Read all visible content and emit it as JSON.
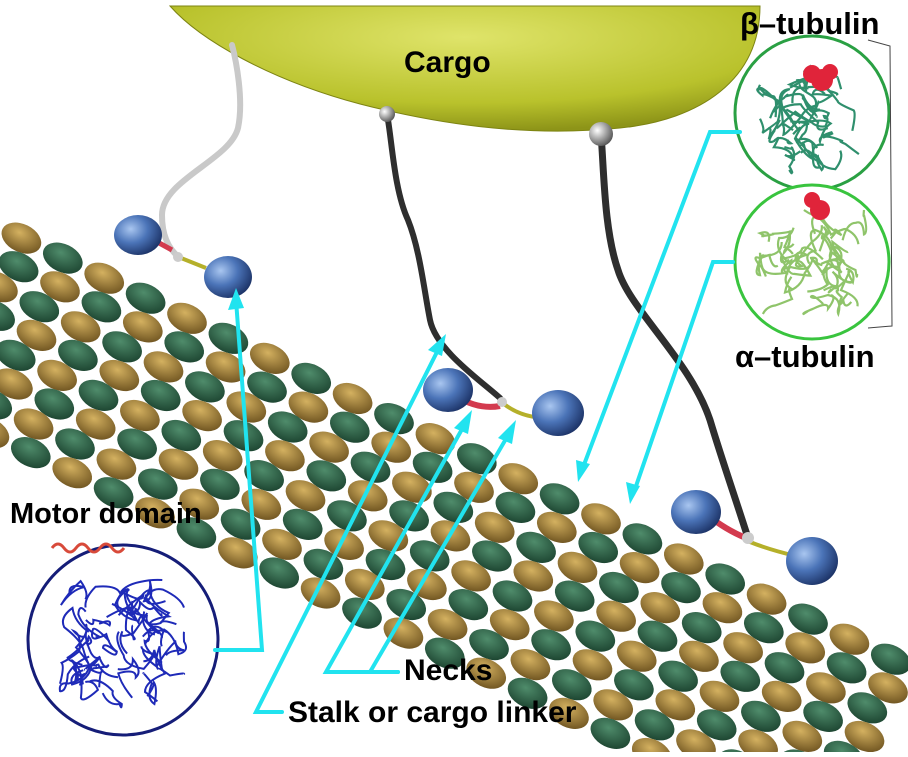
{
  "labels": {
    "cargo": "Cargo",
    "beta_tubulin": "β–tubulin",
    "alpha_tubulin": "α–tubulin",
    "motor_domain": "Motor domain",
    "necks": "Necks",
    "stalk": "Stalk or cargo linker"
  },
  "colors": {
    "cargo": "#b9c22c",
    "tubulin_green": "#2f6a4c",
    "tubulin_gold": "#b28e3c",
    "motor_head": "#4b74b8",
    "neck": "#d33a4e",
    "pointer": "#21e3ef",
    "beta_circle": "#2aa043",
    "alpha_circle": "#39c43e",
    "motor_circle": "#151d78",
    "motor_ribbon": "#1e2ab8"
  }
}
